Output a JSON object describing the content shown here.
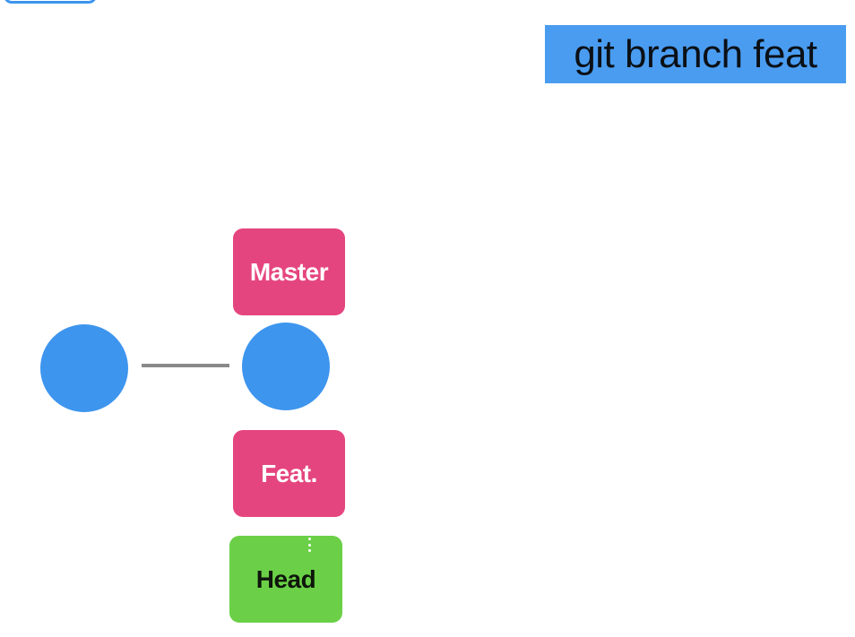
{
  "command": {
    "text": "git branch feat",
    "highlight_color": "#4a9cf0"
  },
  "graph": {
    "commits": [
      {
        "id": "commit-1",
        "color": "#3d95ee"
      },
      {
        "id": "commit-2",
        "color": "#3d95ee"
      }
    ],
    "edge_color": "#8a8a8a"
  },
  "labels": {
    "master": "Master",
    "feat": "Feat.",
    "head": "Head"
  },
  "colors": {
    "branch_tag": "#e5457e",
    "head_tag": "#6bd047"
  }
}
